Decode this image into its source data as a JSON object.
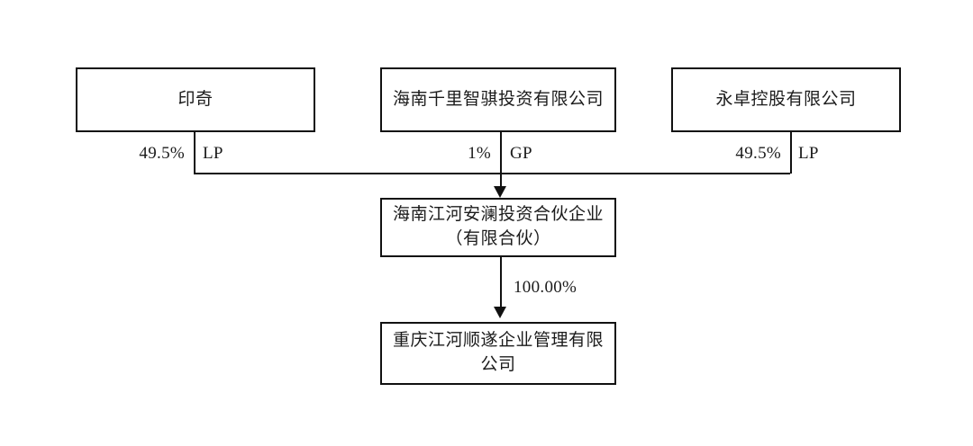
{
  "diagram": {
    "type": "ownership-structure-chart",
    "entities": {
      "shareholder_left": "印奇",
      "shareholder_middle": "海南千里智骐投资有限公司",
      "shareholder_right": "永卓控股有限公司",
      "partnership": "海南江河安澜投资合伙企业（有限合伙）",
      "subsidiary": "重庆江河顺遂企业管理有限公司"
    },
    "edges": {
      "left_percent": "49.5%",
      "left_role": "LP",
      "middle_percent": "1%",
      "middle_role": "GP",
      "right_percent": "49.5%",
      "right_role": "LP",
      "partnership_to_subsidiary_percent": "100.00%"
    },
    "colors": {
      "line": "#111111",
      "box_fill": "#ffffff",
      "text": "#1b1b1b"
    }
  }
}
